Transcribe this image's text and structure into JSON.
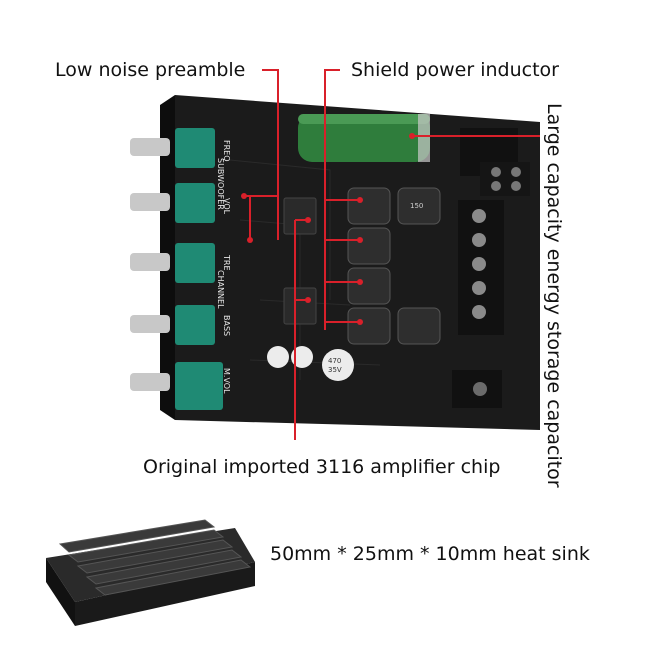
{
  "annotations": {
    "preamble": "Low noise preamble",
    "inductor": "Shield power inductor",
    "capacitor": "Large capacity energy storage capacitor",
    "chip": "Original imported 3116 amplifier chip",
    "heatsink": "50mm * 25mm * 10mm heat sink"
  },
  "board_silkscreen": {
    "freq": "FREQ",
    "subwoofer": "SUBWOOFER",
    "vol": "VOL",
    "tre": "TRE",
    "channel": "CHANNEL",
    "bass": "BASS",
    "mvol": "M.VOL",
    "inductor_code": "150",
    "cap_value_1": "470",
    "cap_value_2": "35V"
  },
  "colors": {
    "board": "#1c1c1c",
    "leader_line": "#d9202a",
    "pot_body": "#1f8a74",
    "capacitor": "#2f7d3c",
    "heatsink": "#2a2a2a"
  }
}
